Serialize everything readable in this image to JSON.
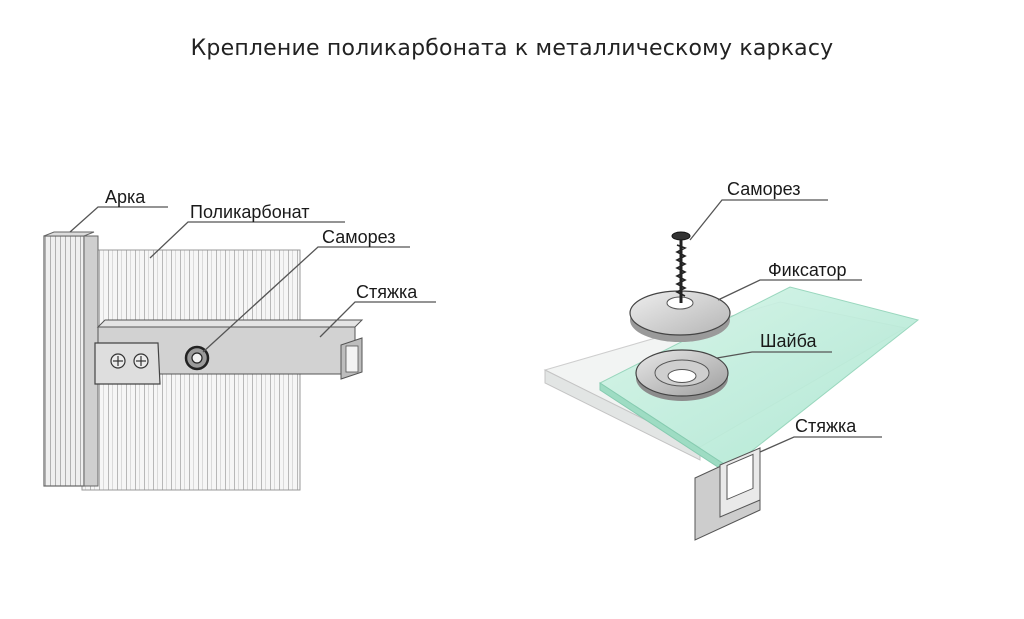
{
  "title": "Крепление поликарбоната к металлическому каркасу",
  "left_view": {
    "labels": {
      "arch": "Арка",
      "polycarbonate": "Поликарбонат",
      "screw": "Саморез",
      "tie": "Стяжка"
    }
  },
  "right_view": {
    "labels": {
      "screw": "Саморез",
      "fixator": "Фиксатор",
      "washer": "Шайба",
      "tie": "Стяжка"
    }
  },
  "colors": {
    "sheet_green": "#bfeedd",
    "metal": "#c8c8c8",
    "outline": "#444444"
  }
}
